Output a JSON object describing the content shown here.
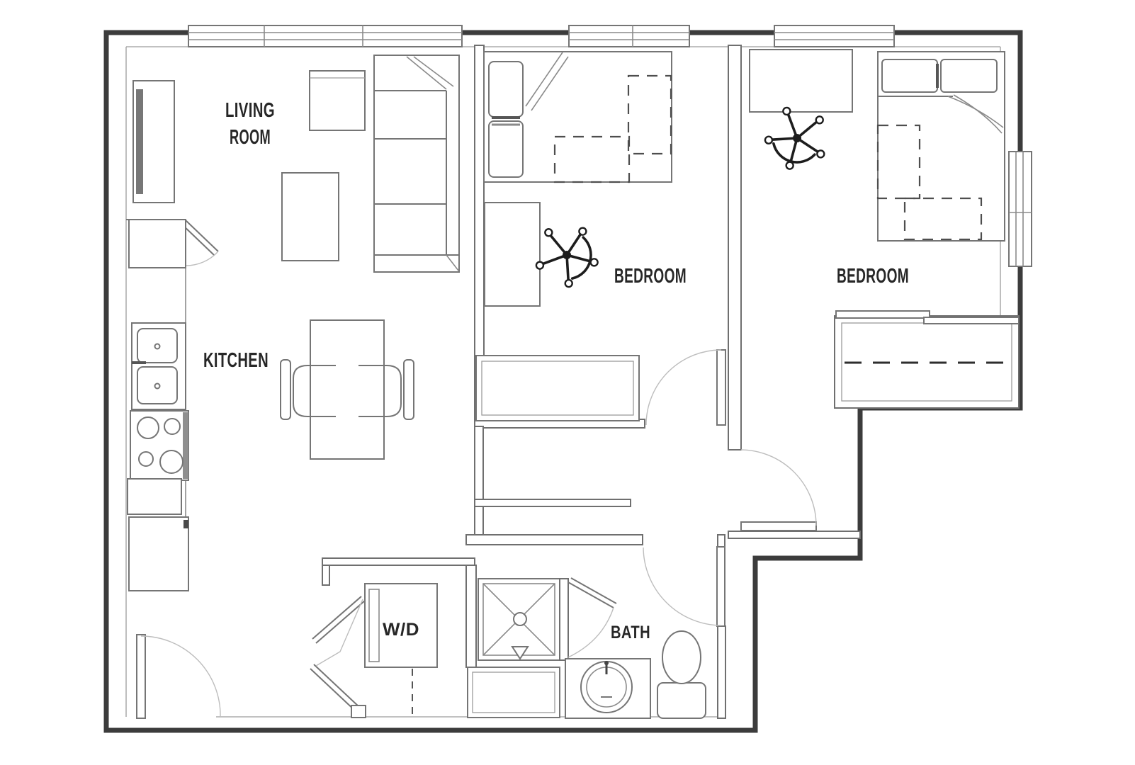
{
  "plan": {
    "labels": {
      "living_room_line1": "LIVING",
      "living_room_line2": "ROOM",
      "kitchen": "KITCHEN",
      "bedroom_left": "BEDROOM",
      "bedroom_right": "BEDROOM",
      "bath": "BATH",
      "washer_dryer": "W/D"
    },
    "palette": {
      "background": "#ffffff",
      "outer_wall": "#3c3c3c",
      "interior_wall": "#6f6f6f",
      "furniture_line": "#757575",
      "door_arc": "#bdbdbd",
      "label_text": "#272727",
      "chair_dark": "#1d1d1d"
    }
  }
}
